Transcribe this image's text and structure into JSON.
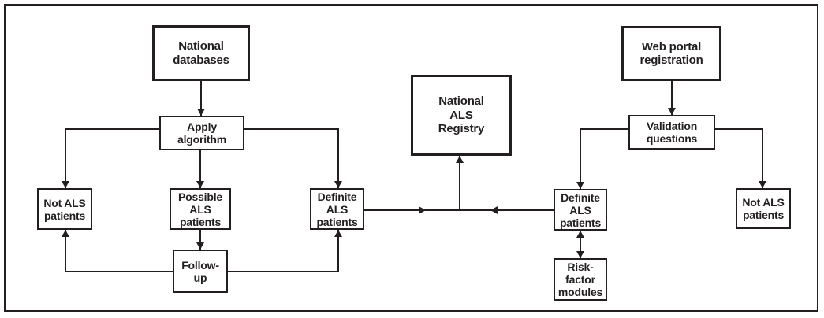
{
  "colors": {
    "ink": "#231f20",
    "background": "#ffffff"
  },
  "nodes": {
    "national_databases": {
      "label": "National\ndatabases"
    },
    "apply_algorithm": {
      "label": "Apply\nalgorithm"
    },
    "not_als_patients_left": {
      "label": "Not ALS\npatients"
    },
    "possible_als_patients": {
      "label": "Possible\nALS\npatients"
    },
    "definite_als_patients_left": {
      "label": "Definite\nALS\npatients"
    },
    "follow_up": {
      "label": "Follow-\nup"
    },
    "national_als_registry": {
      "label": "National\nALS\nRegistry"
    },
    "web_portal_registration": {
      "label": "Web portal\nregistration"
    },
    "validation_questions": {
      "label": "Validation\nquestions"
    },
    "definite_als_patients_right": {
      "label": "Definite\nALS\npatients"
    },
    "not_als_patients_right": {
      "label": "Not ALS\npatients"
    },
    "risk_factor_modules": {
      "label": "Risk-\nfactor\nmodules"
    }
  },
  "edges": [
    {
      "from": "national_databases",
      "to": "apply_algorithm",
      "bidirectional": false
    },
    {
      "from": "apply_algorithm",
      "to": "not_als_patients_left",
      "bidirectional": false
    },
    {
      "from": "apply_algorithm",
      "to": "possible_als_patients",
      "bidirectional": false
    },
    {
      "from": "apply_algorithm",
      "to": "definite_als_patients_left",
      "bidirectional": false
    },
    {
      "from": "possible_als_patients",
      "to": "follow_up",
      "bidirectional": false
    },
    {
      "from": "follow_up",
      "to": "not_als_patients_left",
      "bidirectional": false
    },
    {
      "from": "follow_up",
      "to": "definite_als_patients_left",
      "bidirectional": false
    },
    {
      "from": "definite_als_patients_left",
      "to": "national_als_registry",
      "bidirectional": false
    },
    {
      "from": "web_portal_registration",
      "to": "validation_questions",
      "bidirectional": false
    },
    {
      "from": "validation_questions",
      "to": "definite_als_patients_right",
      "bidirectional": false
    },
    {
      "from": "validation_questions",
      "to": "not_als_patients_right",
      "bidirectional": false
    },
    {
      "from": "definite_als_patients_right",
      "to": "national_als_registry",
      "bidirectional": false
    },
    {
      "from": "definite_als_patients_right",
      "to": "risk_factor_modules",
      "bidirectional": true
    }
  ]
}
